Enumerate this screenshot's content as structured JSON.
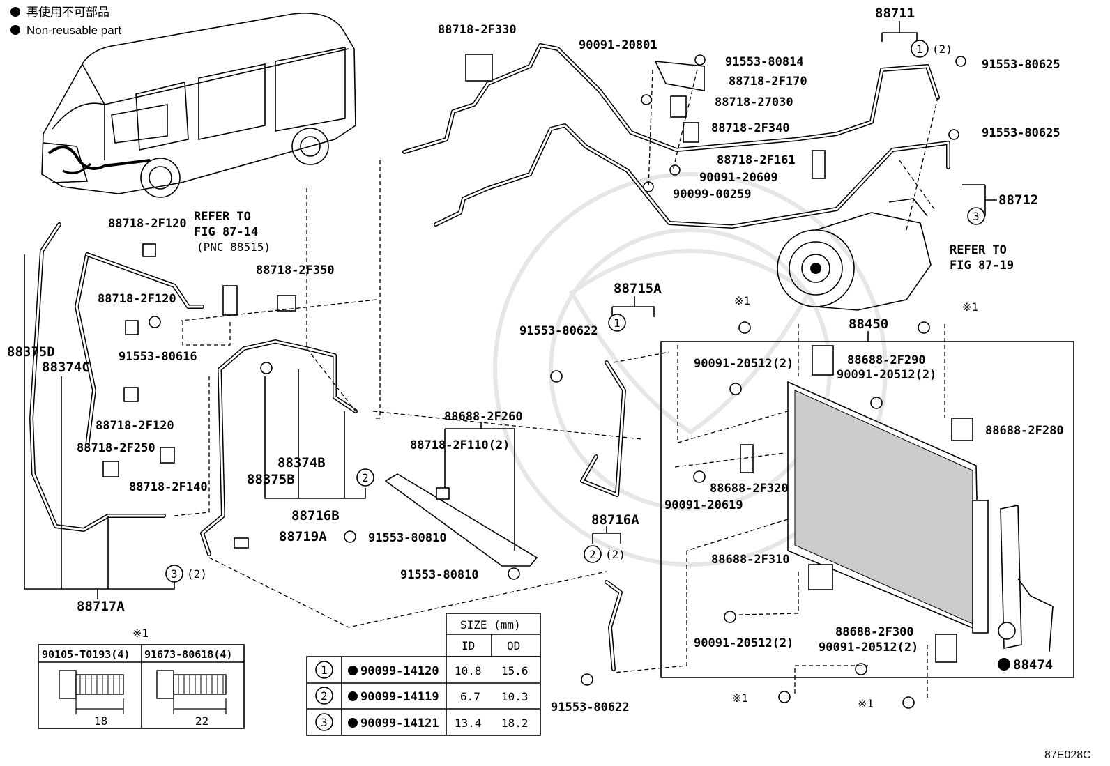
{
  "legend": {
    "jp_text": "再使用不可部品",
    "en_text": "Non-reusable part"
  },
  "diagram_code": "87E028C",
  "refs": {
    "fig_87_14_line1": "REFER TO",
    "fig_87_14_line2": "FIG 87-14",
    "fig_87_14_line3": "(PNC 88515)",
    "fig_87_19_line1": "REFER TO",
    "fig_87_19_line2": "FIG 87-19"
  },
  "labels": {
    "p88711": "88711",
    "p88711_qty": "(2)",
    "p91553_80625_a": "91553-80625",
    "p91553_80625_b": "91553-80625",
    "p88712": "88712",
    "p88718_2F330": "88718-2F330",
    "p90091_20801": "90091-20801",
    "p91553_80814": "91553-80814",
    "p88718_2F170": "88718-2F170",
    "p88718_27030": "88718-27030",
    "p88718_2F340": "88718-2F340",
    "p88718_2F161": "88718-2F161",
    "p90091_20609": "90091-20609",
    "p90099_00259": "90099-00259",
    "p88718_2F120_a": "88718-2F120",
    "p88718_2F120_b": "88718-2F120",
    "p88718_2F120_c": "88718-2F120",
    "p88718_2F350": "88718-2F350",
    "p91553_80616": "91553-80616",
    "p88375D": "88375D",
    "p88374C": "88374C",
    "p88718_2F250": "88718-2F250",
    "p88718_2F140": "88718-2F140",
    "p88374B": "88374B",
    "p88375B": "88375B",
    "p88716B": "88716B",
    "p88719A": "88719A",
    "p91553_80810_a": "91553-80810",
    "p91553_80810_b": "91553-80810",
    "p88717A": "88717A",
    "p88717A_qty": "(2)",
    "p88715A": "88715A",
    "p91553_80622_a": "91553-80622",
    "p91553_80622_b": "91553-80622",
    "p88716A": "88716A",
    "p88716A_qty": "(2)",
    "p88688_2F260": "88688-2F260",
    "p88718_2F110": "88718-2F110(2)",
    "p88450": "88450",
    "p90091_20512_a": "90091-20512(2)",
    "p90091_20512_b": "90091-20512(2)",
    "p90091_20512_c": "90091-20512(2)",
    "p90091_20512_d": "90091-20512(2)",
    "p88688_2F290": "88688-2F290",
    "p88688_2F280": "88688-2F280",
    "p88688_2F320": "88688-2F320",
    "p90091_20619": "90091-20619",
    "p88688_2F310": "88688-2F310",
    "p88688_2F300": "88688-2F300",
    "p88474": "88474",
    "star1": "※1"
  },
  "circled": [
    "1",
    "2",
    "3"
  ],
  "bolt_table": {
    "marker": "※1",
    "col1": "90105-T0193(4)",
    "col2": "91673-80618(4)",
    "dim1": "18",
    "dim2": "22"
  },
  "size_table": {
    "header": "SIZE (mm)",
    "col_id": "ID",
    "col_od": "OD",
    "rows": [
      {
        "num": "1",
        "part": "90099-14120",
        "id": "10.8",
        "od": "15.6"
      },
      {
        "num": "2",
        "part": "90099-14119",
        "id": "6.7",
        "od": "10.3"
      },
      {
        "num": "3",
        "part": "90099-14121",
        "id": "13.4",
        "od": "18.2"
      }
    ]
  }
}
